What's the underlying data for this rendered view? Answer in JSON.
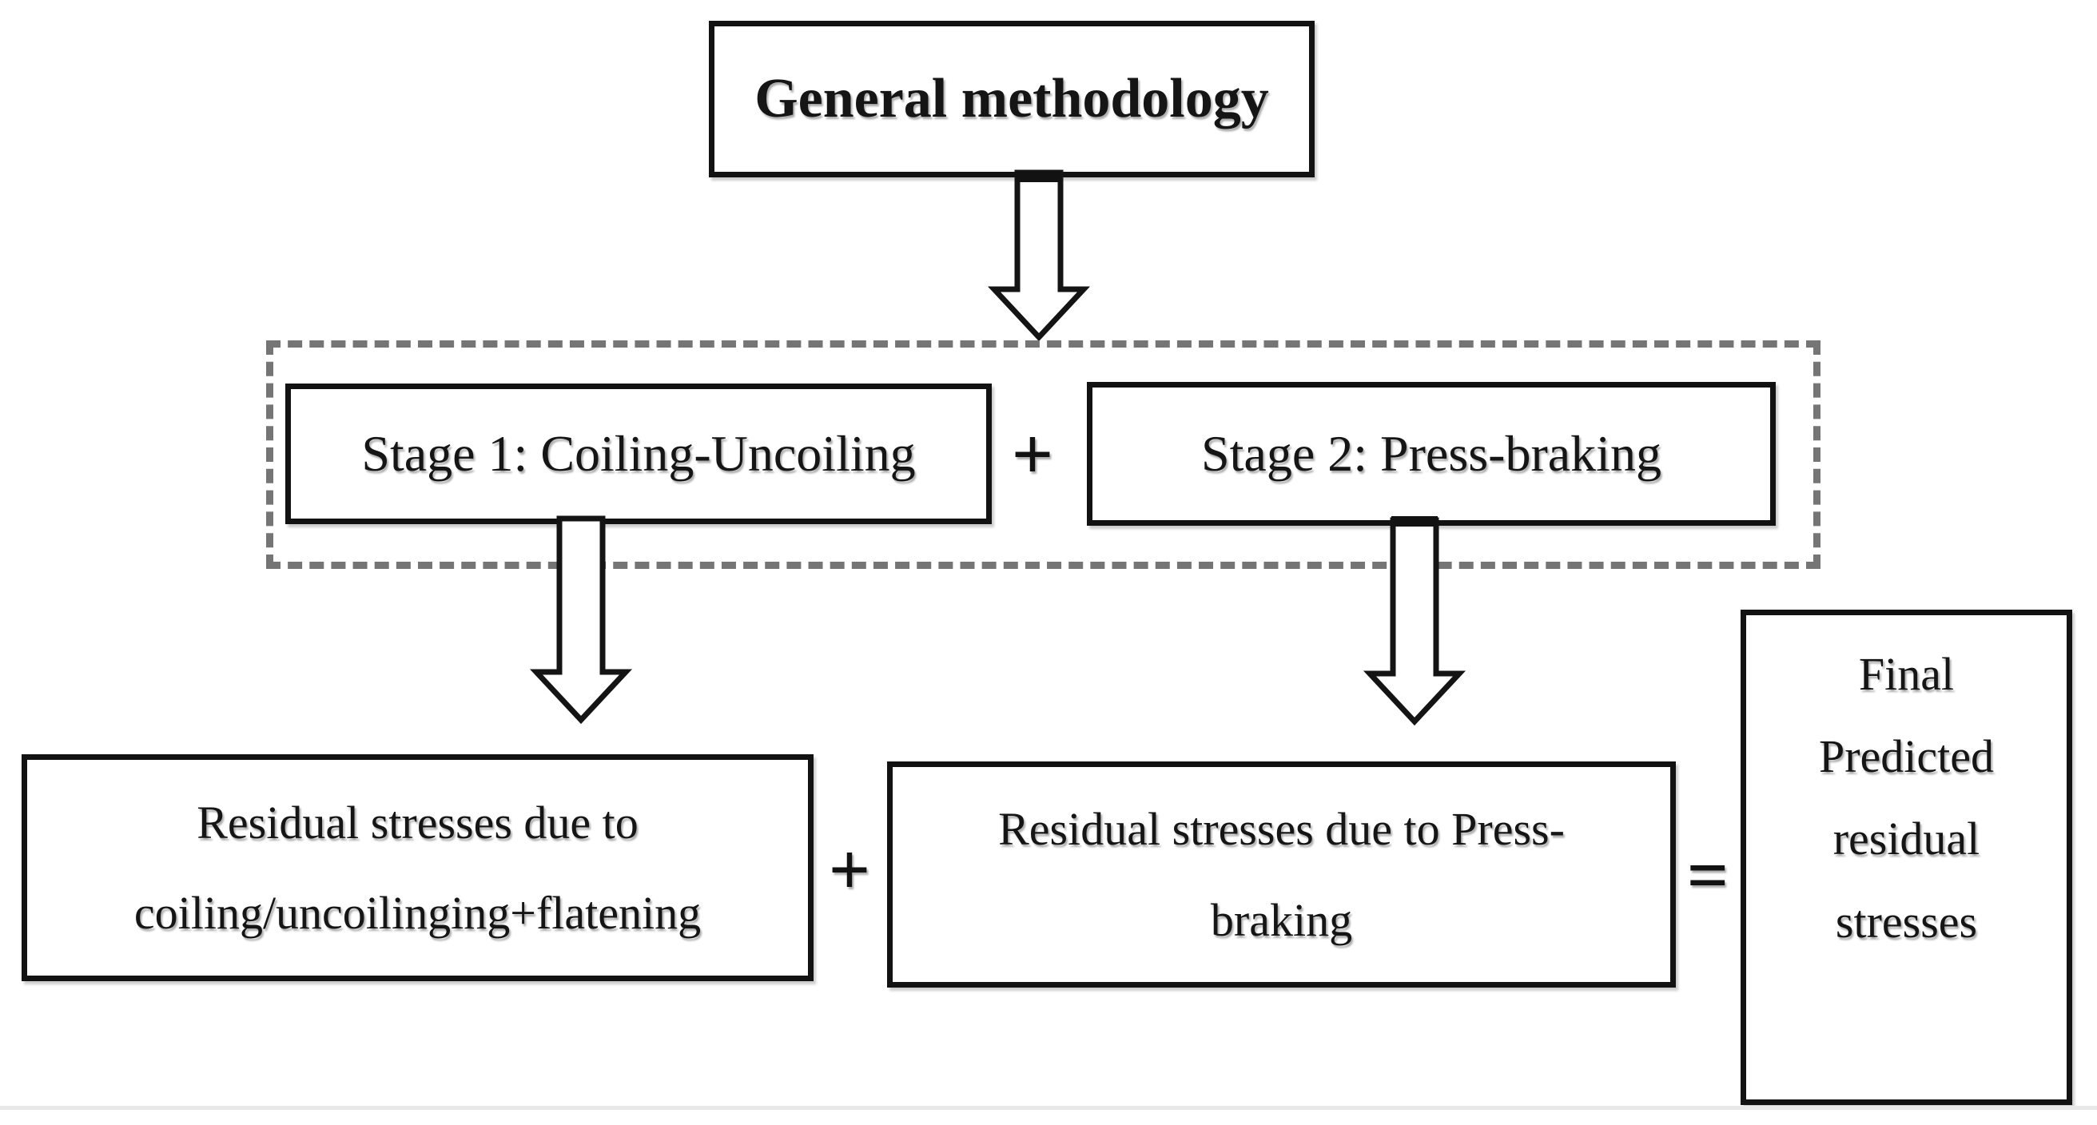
{
  "diagram": {
    "title": "General methodology",
    "stages": {
      "stage1": "Stage 1: Coiling-Uncoiling",
      "plus": "+",
      "stage2": "Stage 2: Press-braking"
    },
    "results": {
      "left": {
        "line1": "Residual stresses due to",
        "line2": "coiling/uncoilinging+flatening"
      },
      "plus": "+",
      "middle": {
        "line1": "Residual stresses due to Press-",
        "line2": "braking"
      },
      "equals": "=",
      "final": {
        "line1": "Final",
        "line2": "Predicted",
        "line3": "residual",
        "line4": "stresses"
      }
    },
    "colors": {
      "box_border": "#121212",
      "dashed_outline": "#757575",
      "text": "#151515",
      "background": "#ffffff"
    }
  }
}
